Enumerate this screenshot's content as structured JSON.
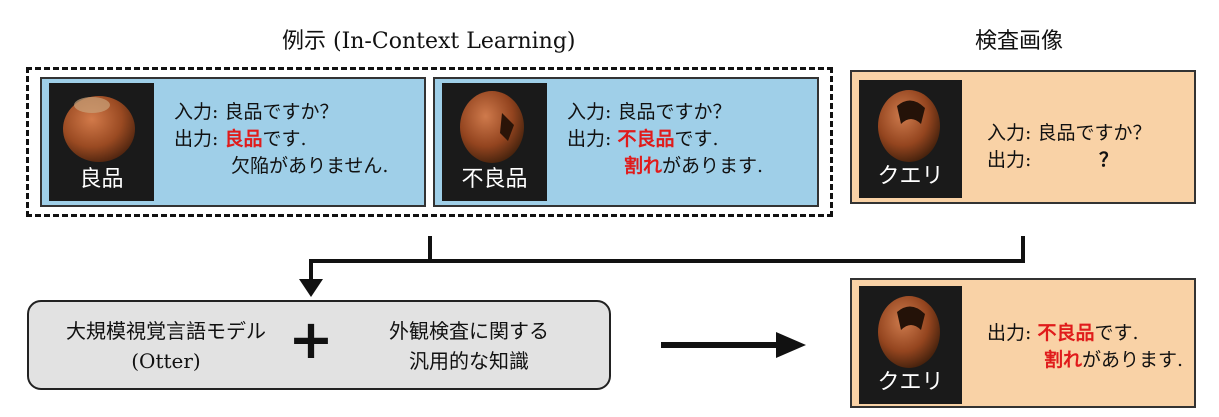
{
  "examples_title": "例示 (In-Context Learning)",
  "query_title": "検査画像",
  "good_card": {
    "photo_label": "良品",
    "line1": "入力: 良品ですか？",
    "line2_prefix": "出力: ",
    "line2_highlight": "良品",
    "line2_suffix": "です.",
    "line3": "欠陥がありません."
  },
  "defect_card": {
    "photo_label": "不良品",
    "line1": "入力: 良品ですか？",
    "line2_prefix": "出力: ",
    "line2_highlight": "不良品",
    "line2_suffix": "です.",
    "line3_highlight": "割れ",
    "line3_suffix": "があります."
  },
  "query_card": {
    "photo_label": "クエリ",
    "line1": "入力: 良品ですか？",
    "line2": "出力:",
    "answer": "？"
  },
  "model_box": {
    "model_name": "大規模視覚言語モデル",
    "model_sub": "(Otter)",
    "plus": "+",
    "knowledge_line1": "外観検査に関する",
    "knowledge_line2": "汎用的な知識"
  },
  "result_card": {
    "photo_label": "クエリ",
    "line1_prefix": "出力: ",
    "line1_highlight": "不良品",
    "line1_suffix": "です.",
    "line2_highlight": "割れ",
    "line2_suffix": "があります."
  },
  "colors": {
    "example_bg": "#9fcfe8",
    "query_bg": "#f9d2a6",
    "highlight": "#e01b1b",
    "model_bg": "#e2e2e2"
  }
}
